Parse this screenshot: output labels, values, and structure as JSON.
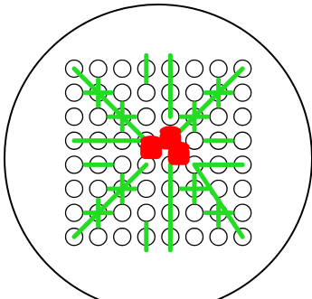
{
  "board": {
    "rows": 8,
    "cols": 8,
    "colors": {
      "background": "#ffffff",
      "outline": "#000000",
      "hole_fill": "#ffffff",
      "path": "#22dd22",
      "piece": "#ff0000"
    }
  },
  "paths": {
    "icon": "green-direction-lines",
    "spokes": [
      {
        "dir": "left",
        "from": [
          3,
          3
        ],
        "to": [
          3,
          0
        ]
      },
      {
        "dir": "up-left",
        "from": [
          3,
          3
        ],
        "to": [
          0,
          0
        ]
      },
      {
        "dir": "up",
        "from": [
          2,
          4
        ],
        "to": [
          0,
          4
        ]
      },
      {
        "dir": "up-right",
        "from": [
          3,
          4
        ],
        "to": [
          0,
          7
        ]
      },
      {
        "dir": "right",
        "from": [
          4,
          5
        ],
        "to": [
          4,
          7
        ]
      },
      {
        "dir": "down-right",
        "from": [
          4,
          5
        ],
        "to": [
          7,
          7
        ]
      },
      {
        "dir": "down",
        "from": [
          4,
          4
        ],
        "to": [
          7,
          4
        ]
      },
      {
        "dir": "down-left",
        "from": [
          4,
          3
        ],
        "to": [
          7,
          0
        ]
      }
    ],
    "ticks": [
      {
        "row": 1,
        "col": 1,
        "dir": "vertical"
      },
      {
        "row": 1,
        "col": 1,
        "dir": "horizontal"
      },
      {
        "row": 2,
        "col": 2,
        "dir": "vertical"
      },
      {
        "row": 2,
        "col": 2,
        "dir": "horizontal"
      },
      {
        "row": 1,
        "col": 6,
        "dir": "vertical"
      },
      {
        "row": 1,
        "col": 6,
        "dir": "horizontal"
      },
      {
        "row": 2,
        "col": 5,
        "dir": "vertical"
      },
      {
        "row": 2,
        "col": 5,
        "dir": "horizontal"
      },
      {
        "row": 6,
        "col": 1,
        "dir": "vertical"
      },
      {
        "row": 6,
        "col": 1,
        "dir": "horizontal"
      },
      {
        "row": 5,
        "col": 2,
        "dir": "vertical"
      },
      {
        "row": 5,
        "col": 2,
        "dir": "horizontal"
      },
      {
        "row": 6,
        "col": 6,
        "dir": "vertical"
      },
      {
        "row": 6,
        "col": 6,
        "dir": "horizontal"
      },
      {
        "row": 5,
        "col": 5,
        "dir": "vertical"
      },
      {
        "row": 5,
        "col": 5,
        "dir": "horizontal"
      },
      {
        "row": 0,
        "col": 3,
        "dir": "vertical"
      },
      {
        "row": 3,
        "col": 1,
        "dir": "horizontal"
      },
      {
        "row": 3,
        "col": 6,
        "dir": "horizontal"
      },
      {
        "row": 7,
        "col": 3,
        "dir": "vertical"
      },
      {
        "row": 4,
        "col": 1,
        "dir": "horizontal"
      },
      {
        "row": 4,
        "col": 6,
        "dir": "horizontal"
      },
      {
        "row": 0,
        "col": 4,
        "dir": "vertical"
      },
      {
        "row": 7,
        "col": 4,
        "dir": "vertical"
      }
    ]
  },
  "pieces": [
    {
      "name": "red-piece-1",
      "row": 3.35,
      "col": 3.2
    },
    {
      "name": "red-piece-2",
      "row": 2.95,
      "col": 4.0
    },
    {
      "name": "red-piece-3",
      "row": 3.6,
      "col": 4.35
    }
  ]
}
